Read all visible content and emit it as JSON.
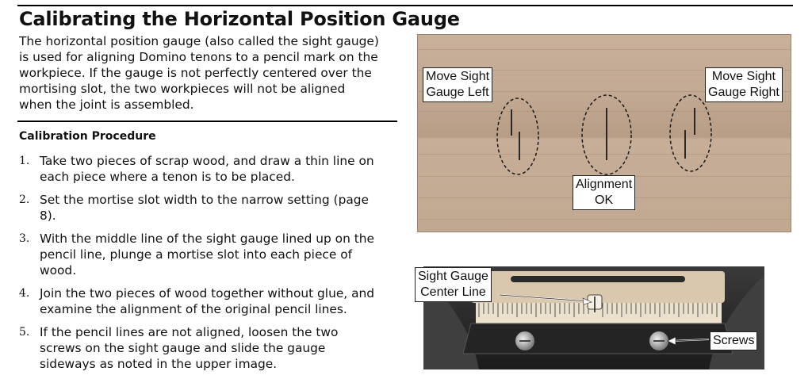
{
  "title": "Calibrating the Horizontal Position Gauge",
  "intro": [
    "The horizontal position gauge (also called the sight gauge)",
    "is used for aligning Domino tenons to a pencil mark on the",
    "workpiece. If the gauge is not perfectly centered over the",
    "mortising slot, the two workpieces will not be aligned",
    "when the joint is assembled."
  ],
  "section_title": "Calibration Procedure",
  "steps": [
    {
      "num": "1.",
      "lines": [
        "Take two pieces of scrap wood, and draw a thin line on",
        "each piece where a tenon is to be placed."
      ]
    },
    {
      "num": "2.",
      "lines": [
        "Set the mortise slot width to the narrow setting (page",
        "8)."
      ]
    },
    {
      "num": "3.",
      "lines": [
        "With the middle line of the sight gauge lined up on the",
        "pencil line, plunge a mortise slot into each piece of",
        "wood."
      ]
    },
    {
      "num": "4.",
      "lines": [
        "Join the two pieces of wood together without glue, and",
        "examine the alignment of the original pencil lines."
      ]
    },
    {
      "num": "5.",
      "lines": [
        "If the pencil lines are not aligned, loosen the two",
        "screws on the sight gauge and slide the gauge",
        "sideways as noted in the upper image."
      ]
    }
  ],
  "upper_figure": {
    "left_label": [
      "Move Sight",
      "Gauge Left"
    ],
    "right_label": [
      "Move Sight",
      "Gauge Right"
    ],
    "center_label": [
      "Alignment",
      "OK"
    ]
  },
  "lower_figure": {
    "center_line_label": [
      "Sight Gauge",
      "Center Line"
    ],
    "screws_label": "Screws"
  },
  "colors": {
    "wood": "#c2a993",
    "photo_bg": "#2a2a2a",
    "ruler": "#e9dcc7"
  }
}
